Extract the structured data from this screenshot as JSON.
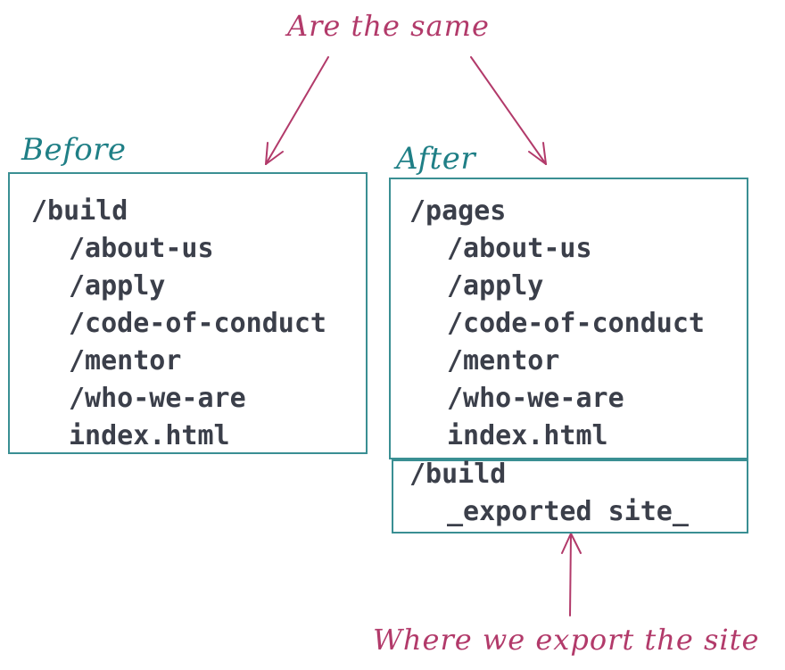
{
  "annotations": {
    "top": "Are the same",
    "bottom": "Where we export the site"
  },
  "before": {
    "label": "Before",
    "root": "/build",
    "children": [
      "/about-us",
      "/apply",
      "/code-of-conduct",
      "/mentor",
      "/who-we-are",
      "index.html"
    ]
  },
  "after": {
    "label": "After",
    "root": "/pages",
    "children": [
      "/about-us",
      "/apply",
      "/code-of-conduct",
      "/mentor",
      "/who-we-are",
      "index.html"
    ],
    "build": {
      "root": "/build",
      "children": [
        "_exported site_"
      ]
    }
  },
  "colors": {
    "annotation": "#b23a6a",
    "label": "#1f7f86",
    "box_border": "#3a8f93",
    "text": "#3b3f4a"
  }
}
